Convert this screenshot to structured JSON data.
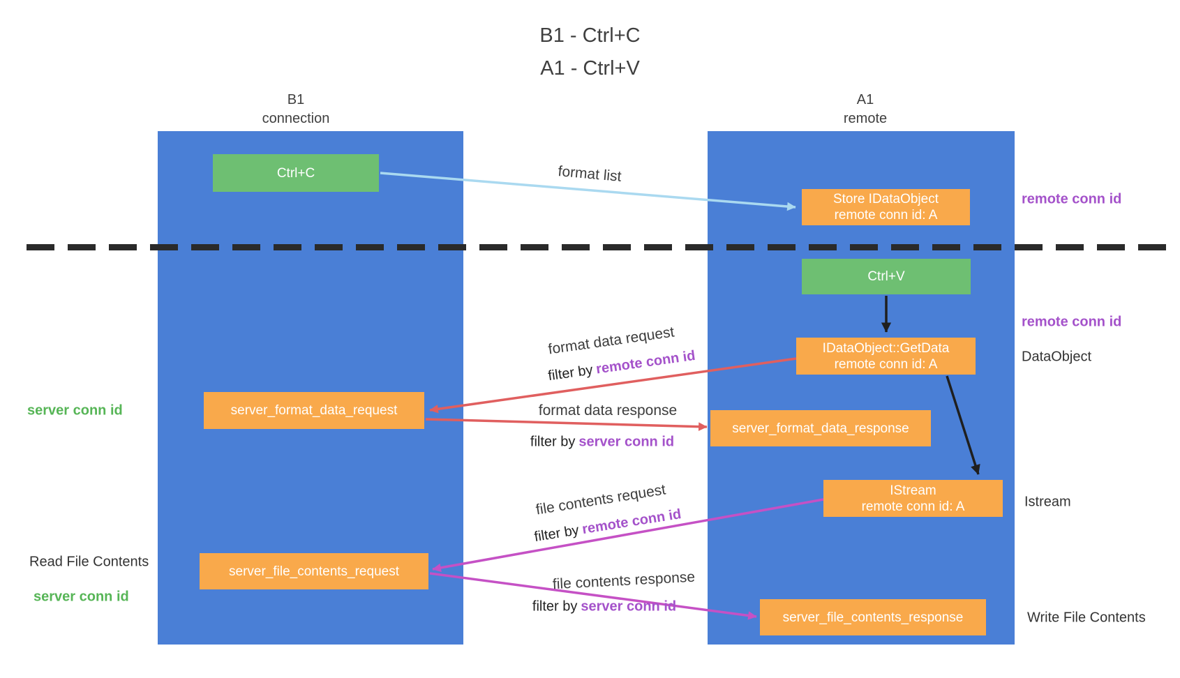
{
  "title": {
    "line1": "B1 - Ctrl+C",
    "line2": "A1 - Ctrl+V"
  },
  "lanes": {
    "left": {
      "line1": "B1",
      "line2": "connection"
    },
    "right": {
      "line1": "A1",
      "line2": "remote"
    }
  },
  "boxes": {
    "ctrl_c": "Ctrl+C",
    "store_line1": "Store IDataObject",
    "store_line2": "remote conn id: A",
    "ctrl_v": "Ctrl+V",
    "getdata_line1": "IDataObject::GetData",
    "getdata_line2": "remote conn id: A",
    "format_request": "server_format_data_request",
    "format_response": "server_format_data_response",
    "istream_line1": "IStream",
    "istream_line2": "remote conn id: A",
    "file_request": "server_file_contents_request",
    "file_response": "server_file_contents_response"
  },
  "annotations": {
    "format_list": "format list",
    "format_data_request": "format data request",
    "format_data_response": "format data response",
    "file_contents_request": "file contents request",
    "file_contents_response": "file contents response",
    "filter_by": "filter by",
    "remote_conn_id": "remote conn id",
    "server_conn_id": "server conn id"
  },
  "side_labels": {
    "remote_conn_id_top": "remote conn id",
    "remote_conn_id_mid": "remote conn id",
    "dataobject": "DataObject",
    "istream": "Istream",
    "write_file_contents": "Write File Contents",
    "read_file_contents": "Read File Contents",
    "server_conn_id_top": "server conn id",
    "server_conn_id_bottom": "server conn id"
  },
  "colors": {
    "lane_blue": "#4a7fd6",
    "box_green": "#6ebf72",
    "box_orange": "#f9a94b",
    "arrow_lightblue": "#aad9f0",
    "arrow_black": "#1f1f1f",
    "arrow_red": "#e05f5f",
    "arrow_magenta": "#c551c5",
    "text_purple": "#a452ca",
    "text_green": "#56b556",
    "divider_black": "#2a2a2a"
  }
}
